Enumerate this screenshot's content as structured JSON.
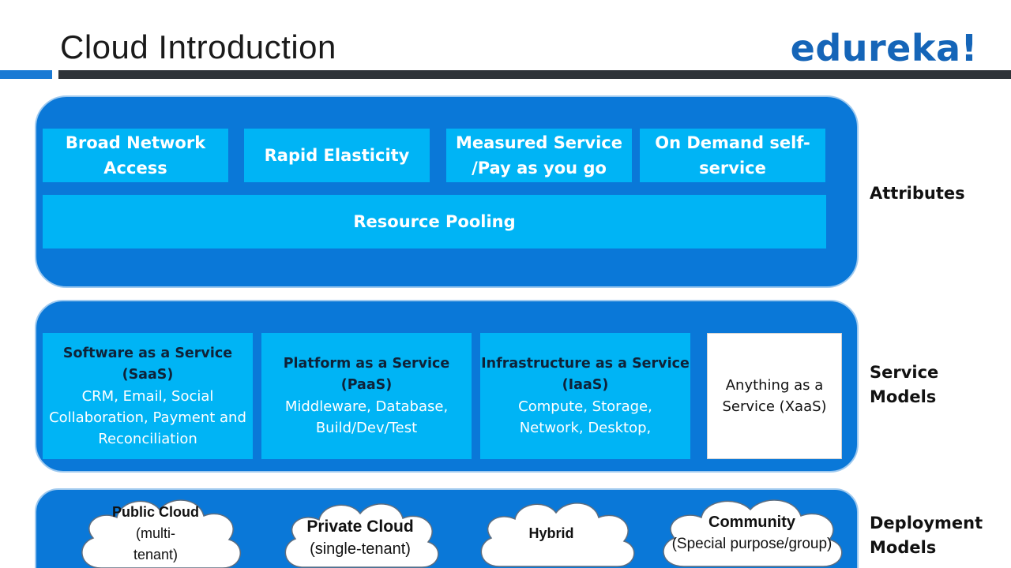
{
  "title": "Cloud Introduction",
  "logo": "edureka!",
  "attributes": {
    "label": "Attributes",
    "items": [
      {
        "line1": "Broad Network",
        "line2": "Access"
      },
      {
        "line1": "Rapid Elasticity",
        "line2": ""
      },
      {
        "line1": "Measured Service",
        "line2": "/Pay as you go"
      },
      {
        "line1": "On Demand self-",
        "line2": "service"
      }
    ],
    "pooling": "Resource Pooling"
  },
  "service_models": {
    "label_line1": "Service",
    "label_line2": "Models",
    "items": [
      {
        "title1": "Software as a Service",
        "title2": "(SaaS)",
        "desc": [
          "CRM, Email, Social",
          "Collaboration, Payment and",
          "Reconciliation"
        ]
      },
      {
        "title1": "Platform as a Service",
        "title2": "(PaaS)",
        "desc": [
          "Middleware, Database,",
          "Build/Dev/Test"
        ]
      },
      {
        "title1": "Infrastructure as a Service",
        "title2": "(IaaS)",
        "desc": [
          "Compute, Storage,",
          "Network, Desktop,"
        ]
      },
      {
        "title1": "Anything as a",
        "title2": "Service (XaaS)",
        "desc": []
      }
    ]
  },
  "deployment_models": {
    "label_line1": "Deployment",
    "label_line2": "Models",
    "items": [
      {
        "line1": "Public Cloud",
        "line2": "(multi-",
        "line3": "tenant)"
      },
      {
        "line1": "Private Cloud",
        "line2": "(single-tenant)",
        "line3": ""
      },
      {
        "line1": "Hybrid",
        "line2": "",
        "line3": ""
      },
      {
        "line1": "Community",
        "line2": "(Special purpose/group)",
        "line3": ""
      }
    ]
  },
  "colors": {
    "band_blue": "#0a78d8",
    "cell_cyan": "#00b4f5",
    "logo_blue": "#1565b8"
  }
}
